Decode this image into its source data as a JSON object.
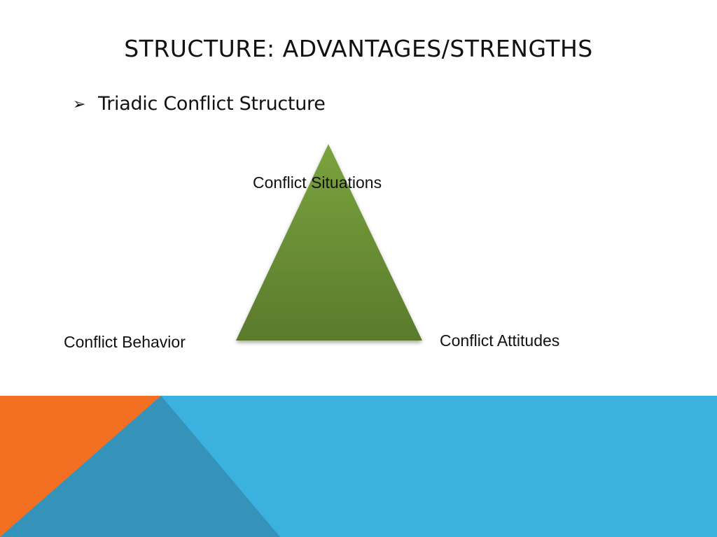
{
  "slide": {
    "title": "STRUCTURE: ADVANTAGES/STRENGTHS",
    "bullet": {
      "marker": "➢",
      "text": "Triadic Conflict Structure"
    }
  },
  "diagram": {
    "shape": "triangle",
    "fill_top": "#7aa33e",
    "fill_bottom": "#5a7a2c",
    "vertices": {
      "top": "Conflict Situations",
      "bottom_left": "Conflict Behavior",
      "bottom_right": "Conflict Attitudes"
    }
  },
  "theme": {
    "orange": "#f36f21",
    "blue": "#3ab1df",
    "dark_blue": "#3592b8"
  }
}
